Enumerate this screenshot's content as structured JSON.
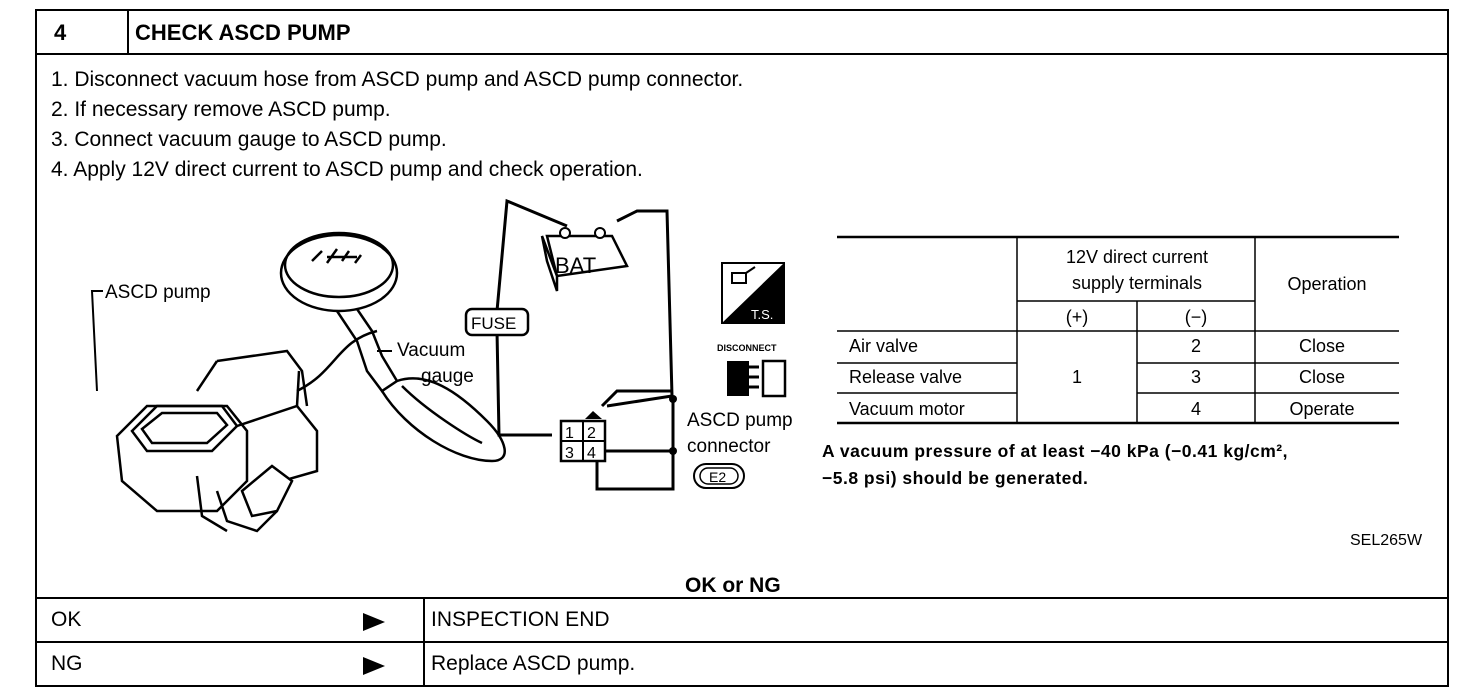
{
  "header": {
    "step_number": "4",
    "title": "CHECK ASCD PUMP"
  },
  "steps": [
    "1.  Disconnect vacuum hose from ASCD pump and ASCD pump connector.",
    "2.  If necessary remove ASCD pump.",
    "3.  Connect vacuum gauge to ASCD pump.",
    "4.  Apply 12V direct current to ASCD pump and check operation."
  ],
  "diagram": {
    "pump_label": "ASCD pump",
    "gauge_label_1": "Vacuum",
    "gauge_label_2": "gauge",
    "bat_label": "BAT",
    "fuse_label": "FUSE",
    "ts_label": "T.S.",
    "disconnect_label": "DISCONNECT",
    "connector_label_1": "ASCD pump",
    "connector_label_2": "connector",
    "connector_code": "E2",
    "terminals": [
      "1",
      "2",
      "3",
      "4"
    ]
  },
  "table": {
    "header_supply_1": "12V direct current",
    "header_supply_2": "supply terminals",
    "header_operation": "Operation",
    "header_plus": "(+)",
    "header_minus": "(−)",
    "plus_value": "1",
    "rows": [
      {
        "part": "Air valve",
        "minus": "2",
        "operation": "Close"
      },
      {
        "part": "Release valve",
        "minus": "3",
        "operation": "Close"
      },
      {
        "part": "Vacuum motor",
        "minus": "4",
        "operation": "Operate"
      }
    ]
  },
  "note_line_1": "A vacuum pressure of at least −40 kPa (−0.41 kg/cm², ",
  "note_line_2": "−5.8 psi) should be generated.",
  "figure_code": "SEL265W",
  "result_title": "OK or NG",
  "results": [
    {
      "key": "OK",
      "value": "INSPECTION END"
    },
    {
      "key": "NG",
      "value": "Replace ASCD pump."
    }
  ]
}
